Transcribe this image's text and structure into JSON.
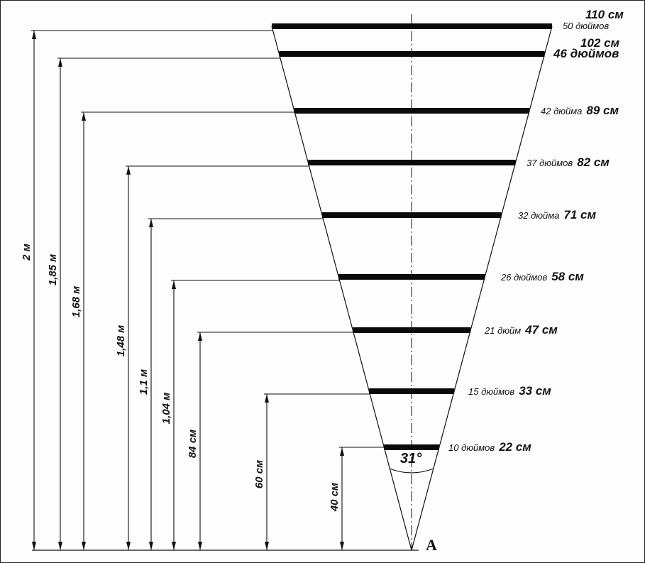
{
  "apex_label": "A",
  "angle_label": "31°",
  "bars": [
    {
      "inches": "50 дюймов",
      "cm": "110 см",
      "height": "2 м"
    },
    {
      "inches": "46 дюймов",
      "cm": "102 см",
      "height": "1,85 м"
    },
    {
      "inches": "42 дюйма",
      "cm": "89 см",
      "height": "1,68 м"
    },
    {
      "inches": "37 дюймов",
      "cm": "82 см",
      "height": "1,48 м"
    },
    {
      "inches": "32 дюйма",
      "cm": "71 см",
      "height": "1,1 м"
    },
    {
      "inches": "26 дюймов",
      "cm": "58 см",
      "height": "1,04 м"
    },
    {
      "inches": "21 дюйм",
      "cm": "47 см",
      "height": "84 см"
    },
    {
      "inches": "15 дюймов",
      "cm": "33 см",
      "height": "60 см"
    },
    {
      "inches": "10 дюймов",
      "cm": "22 см",
      "height": "40 см"
    }
  ]
}
